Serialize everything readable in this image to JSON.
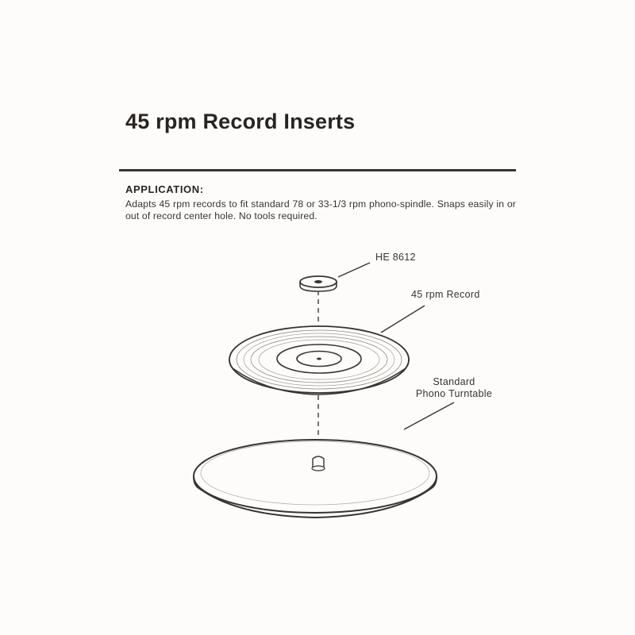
{
  "title": "45 rpm Record Inserts",
  "application": {
    "heading": "APPLICATION:",
    "text": "Adapts 45 rpm records to fit standard 78 or 33-1/3 rpm phono-spindle. Snaps easily in or out of record center hole. No tools required."
  },
  "diagram": {
    "labels": {
      "insert": "HE 8612",
      "record": "45 rpm Record",
      "turntable_line1": "Standard",
      "turntable_line2": "Phono Turntable"
    }
  }
}
